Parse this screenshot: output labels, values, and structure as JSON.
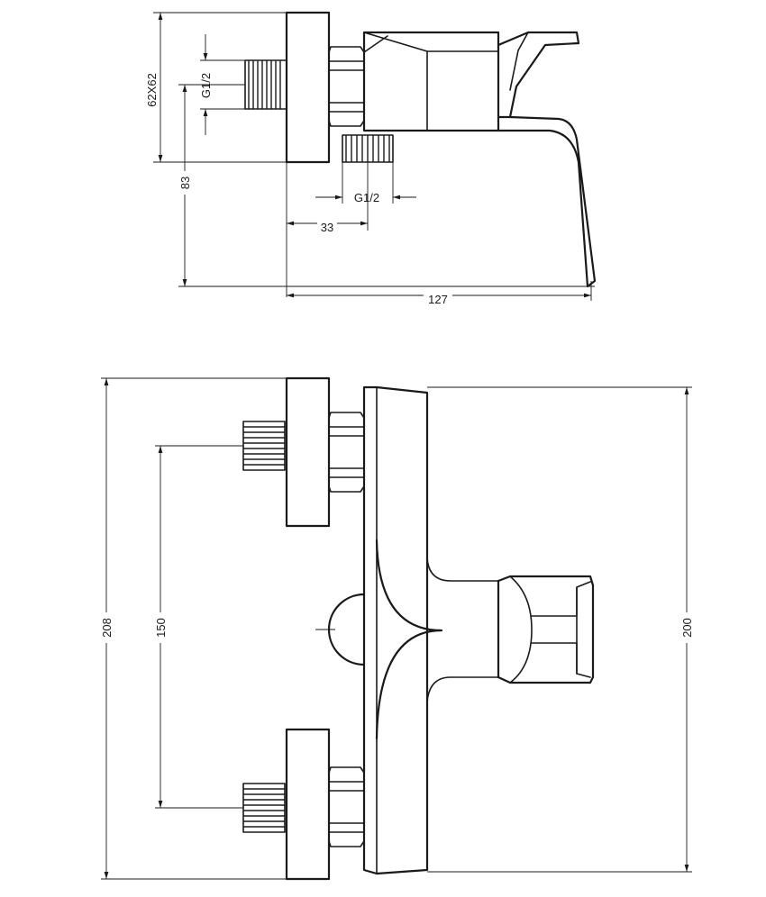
{
  "colors": {
    "line": "#1a1a1a",
    "background": "#ffffff"
  },
  "top_view": {
    "dim_flange": "62X62",
    "dim_inlet_thread": "G1/2",
    "dim_height": "83",
    "dim_outlet_thread": "G1/2",
    "dim_offset": "33",
    "dim_depth": "127"
  },
  "front_view": {
    "dim_total_height": "208",
    "dim_inlet_spacing": "150",
    "dim_body_height": "200"
  }
}
